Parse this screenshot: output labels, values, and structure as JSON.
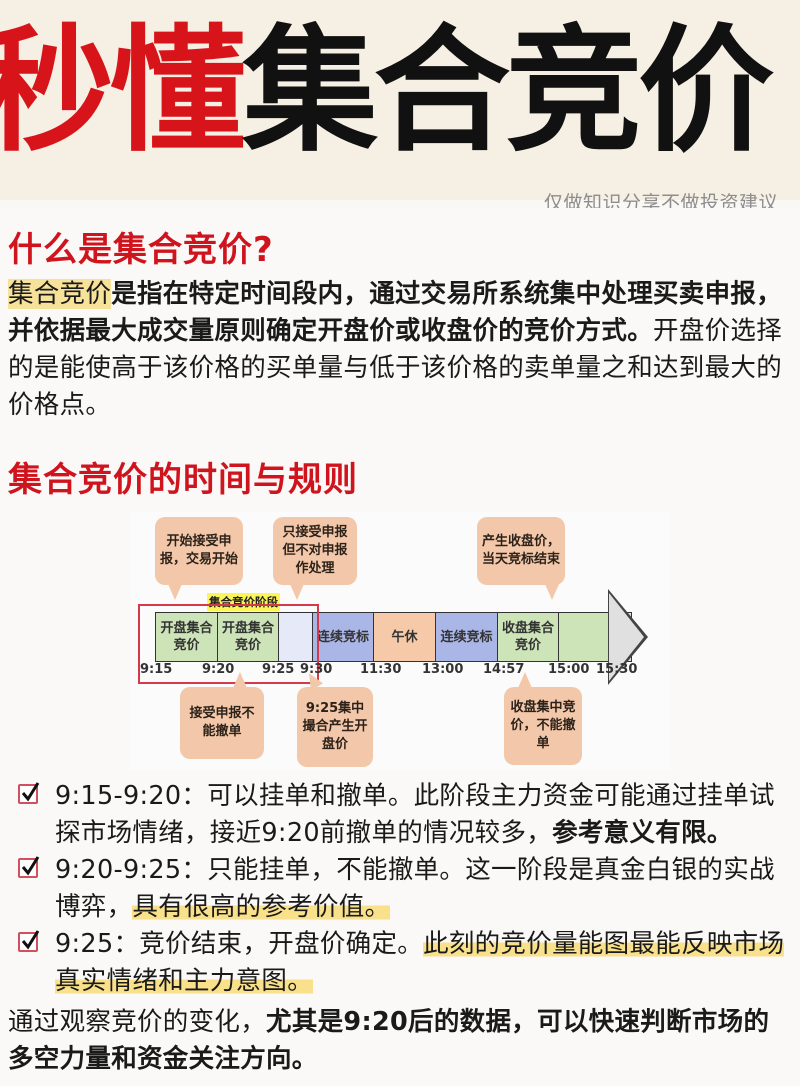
{
  "hero": {
    "title_red": "秒懂",
    "title_black": "集合竞价",
    "disclaimer": "仅做知识分享不做投资建议"
  },
  "section1": {
    "title": "什么是集合竞价?",
    "highlight_term": "集合竞价",
    "bold_text": "是指在特定时间段内，通过交易所系统集中处理买卖申报，并依据最大成交量原则确定开盘价或收盘价的竞价方式。",
    "normal_text": "开盘价选择的是能使高于该价格的买单量与低于该价格的卖单量之和达到最大的价格点。"
  },
  "section2": {
    "title": "集合竞价的时间与规则"
  },
  "diagram": {
    "stage_label": "集合竞价阶段",
    "bubbles_top": [
      "开始接受申报，交易开始",
      "只接受申报但不对申报作处理",
      "产生收盘价，当天竞标结束"
    ],
    "bubbles_bottom": [
      "接受申报不能撤单",
      "9:25集中撮合产生开盘价",
      "收盘集中竞价，不能撤单"
    ],
    "segments": [
      {
        "label": "开盘集合竞价",
        "color": "#cde3b8"
      },
      {
        "label": "开盘集合竞价",
        "color": "#cde3b8"
      },
      {
        "label": "",
        "color": "#e6eaf8"
      },
      {
        "label": "连续竞标",
        "color": "#a9b6e6"
      },
      {
        "label": "午休",
        "color": "#f6caa8"
      },
      {
        "label": "连续竞标",
        "color": "#a9b6e6"
      },
      {
        "label": "收盘集合竞价",
        "color": "#cde3b8"
      },
      {
        "label": "",
        "color": "#cde3b8"
      },
      {
        "label": "",
        "color": "#e0e0e0"
      }
    ],
    "times": [
      "9:15",
      "9:20",
      "9:25",
      "9:30",
      "11:30",
      "13:00",
      "14:57",
      "15:00",
      "15:30"
    ]
  },
  "checklist": [
    {
      "time": "9:15-9:20：",
      "text": "可以挂单和撤单。此阶段主力资金可能通过挂单试探市场情绪，接近9:20前撤单的情况较多，",
      "bold": "参考意义有限。"
    },
    {
      "time": "9:20-9:25：",
      "text": "只能挂单，不能撤单。这一阶段是真金白银的实战博弈，",
      "highlight": "具有很高的参考价值。"
    },
    {
      "time": "9:25：",
      "text": "竞价结束，开盘价确定。",
      "highlight": "此刻的竞价量能图最能反映市场真实情绪和主力意图。"
    }
  ],
  "summary": {
    "normal": "通过观察竞价的变化，",
    "bold": "尤其是9:20后的数据，可以快速判断市场的多空力量和资金关注方向。"
  }
}
